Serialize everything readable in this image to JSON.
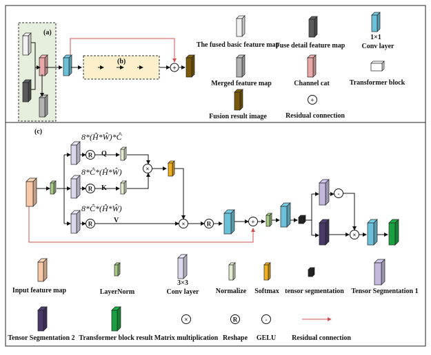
{
  "panels": {
    "a": "(a)",
    "b": "(b)",
    "c": "(c)"
  },
  "top_legend": [
    {
      "id": "fused-basic",
      "label": "The fused basic feature map",
      "color": "#f2f2f2"
    },
    {
      "id": "fuse-detail",
      "label": "Fuse detail feature map",
      "color": "#5a5a5a"
    },
    {
      "id": "conv1x1",
      "label": "Conv layer",
      "sublabel": "1×1",
      "color": "#6cc0d8"
    },
    {
      "id": "merged",
      "label": "Merged feature map",
      "color": "#b3b3b3"
    },
    {
      "id": "channel-cat",
      "label": "Channel cat",
      "color": "#e8a8a8"
    },
    {
      "id": "transformer-block",
      "label": "Transformer block",
      "color": "#ffffff"
    },
    {
      "id": "fusion-result",
      "label": "Fusion result image",
      "color": "#7a5a0a"
    },
    {
      "id": "residual",
      "label": "Residual connection",
      "symbol": "+"
    }
  ],
  "attention": {
    "q_dim": "8*(Ĥ*Ŵ)*Ĉ",
    "k_dim": "8*Ĉ*(Ĥ*Ŵ)",
    "v_dim": "8*Ĉ*(Ĥ*Ŵ)",
    "q": "Q",
    "k": "K",
    "v": "V",
    "reshape_symbol": "R",
    "mult_symbol": "×",
    "add_symbol": "+",
    "gelu_symbol": "-"
  },
  "bottom_legend": [
    {
      "id": "input-feature-map",
      "label": "Input feature map",
      "color": "#f8c8a8"
    },
    {
      "id": "layernorm",
      "label": "LayerNorm",
      "color": "#a8c888"
    },
    {
      "id": "conv3x3",
      "label": "Conv layer",
      "sublabel": "3×3",
      "color": "#dcd8ec"
    },
    {
      "id": "normalize",
      "label": "Normalize",
      "color": "#e2ecd0"
    },
    {
      "id": "softmax",
      "label": "Softmax",
      "color": "#f0b020"
    },
    {
      "id": "tensor-segmentation",
      "label": "tensor segmentation",
      "color": "#222222"
    },
    {
      "id": "tensor-seg-1",
      "label": "Tensor Segmentation 1",
      "color": "#c4b8dc"
    },
    {
      "id": "tensor-seg-2",
      "label": "Tensor Segmentation 2",
      "color": "#4a3a6a"
    },
    {
      "id": "transformer-result",
      "label": "Transformer block result",
      "color": "#1aa040"
    },
    {
      "id": "matmul",
      "label": "Matrix multiplication",
      "symbol": "×"
    },
    {
      "id": "reshape",
      "label": "Reshape",
      "symbol": "R"
    },
    {
      "id": "gelu",
      "label": "GELU",
      "symbol": "-"
    },
    {
      "id": "residual-arrow",
      "label": "Residual connection",
      "color": "#d05050"
    }
  ]
}
